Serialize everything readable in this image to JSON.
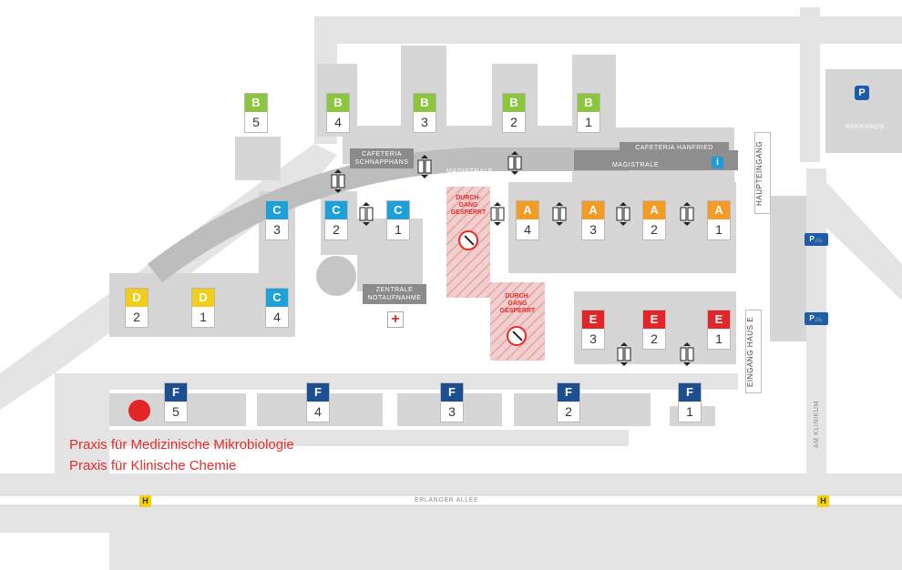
{
  "colors": {
    "B": "#8cc63f",
    "C": "#1ea0dc",
    "A": "#f59a23",
    "D": "#f2cd1a",
    "E": "#e42528",
    "F": "#1d4e8f",
    "road": "#e2e2e2",
    "building": "#d4d4d4",
    "marker": "#e42528"
  },
  "buildings": {
    "B5": {
      "letter": "B",
      "number": "5"
    },
    "B4": {
      "letter": "B",
      "number": "4"
    },
    "B3": {
      "letter": "B",
      "number": "3"
    },
    "B2": {
      "letter": "B",
      "number": "2"
    },
    "B1": {
      "letter": "B",
      "number": "1"
    },
    "C3": {
      "letter": "C",
      "number": "3"
    },
    "C2": {
      "letter": "C",
      "number": "2"
    },
    "C1": {
      "letter": "C",
      "number": "1"
    },
    "C4": {
      "letter": "C",
      "number": "4"
    },
    "A4": {
      "letter": "A",
      "number": "4"
    },
    "A3": {
      "letter": "A",
      "number": "3"
    },
    "A2": {
      "letter": "A",
      "number": "2"
    },
    "A1": {
      "letter": "A",
      "number": "1"
    },
    "D2": {
      "letter": "D",
      "number": "2"
    },
    "D1": {
      "letter": "D",
      "number": "1"
    },
    "E3": {
      "letter": "E",
      "number": "3"
    },
    "E2": {
      "letter": "E",
      "number": "2"
    },
    "E1": {
      "letter": "E",
      "number": "1"
    },
    "F5": {
      "letter": "F",
      "number": "5"
    },
    "F4": {
      "letter": "F",
      "number": "4"
    },
    "F3": {
      "letter": "F",
      "number": "3"
    },
    "F2": {
      "letter": "F",
      "number": "2"
    },
    "F1": {
      "letter": "F",
      "number": "1"
    }
  },
  "labels": {
    "cafeteria_schnapphans": "CAFETERIA SCHNAPPHANS",
    "cafeteria_hanfried": "CAFETERIA HANFRIED",
    "magistrale_left": "MAGISTRALE",
    "magistrale_right": "MAGISTRALE",
    "zentrale_notaufnahme": "ZENTRALE NOTAUFNAHME",
    "parkhaus": "PARKHAUS",
    "haupteingang": "HAUPTEINGANG",
    "eingang_haus_e": "EINGANG HAUS E",
    "erlanger_allee": "ERLANGER ALLEE",
    "am_klinikum": "AM KLINIKUM",
    "blocked_1": "DURCH-\nGANG\nGESPERRT",
    "blocked_2": "DURCH-\nGANG\nGESPERRT",
    "info_symbol": "i",
    "parking_symbol": "P",
    "bus_stop": "H",
    "emergency_symbol": "+",
    "bike_symbol": "P🚲"
  },
  "legend": {
    "line1": "Praxis für Medizinische Mikrobiologie",
    "line2": "Praxis für Klinische Chemie"
  }
}
